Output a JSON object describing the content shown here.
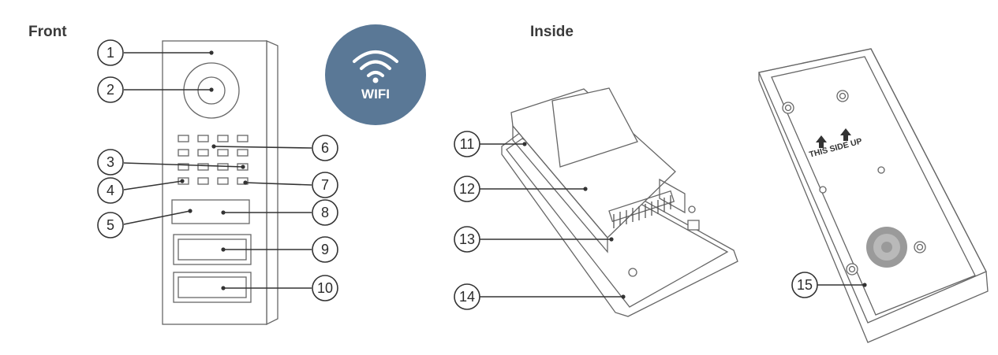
{
  "headings": {
    "front": "Front",
    "inside": "Inside"
  },
  "wifi_badge": {
    "text": "WIFI",
    "color": "#5a7896",
    "icon": "wifi-icon"
  },
  "callouts": [
    "1",
    "2",
    "3",
    "4",
    "5",
    "6",
    "7",
    "8",
    "9",
    "10",
    "11",
    "12",
    "13",
    "14",
    "15"
  ],
  "back_box_text": "THIS SIDE UP"
}
